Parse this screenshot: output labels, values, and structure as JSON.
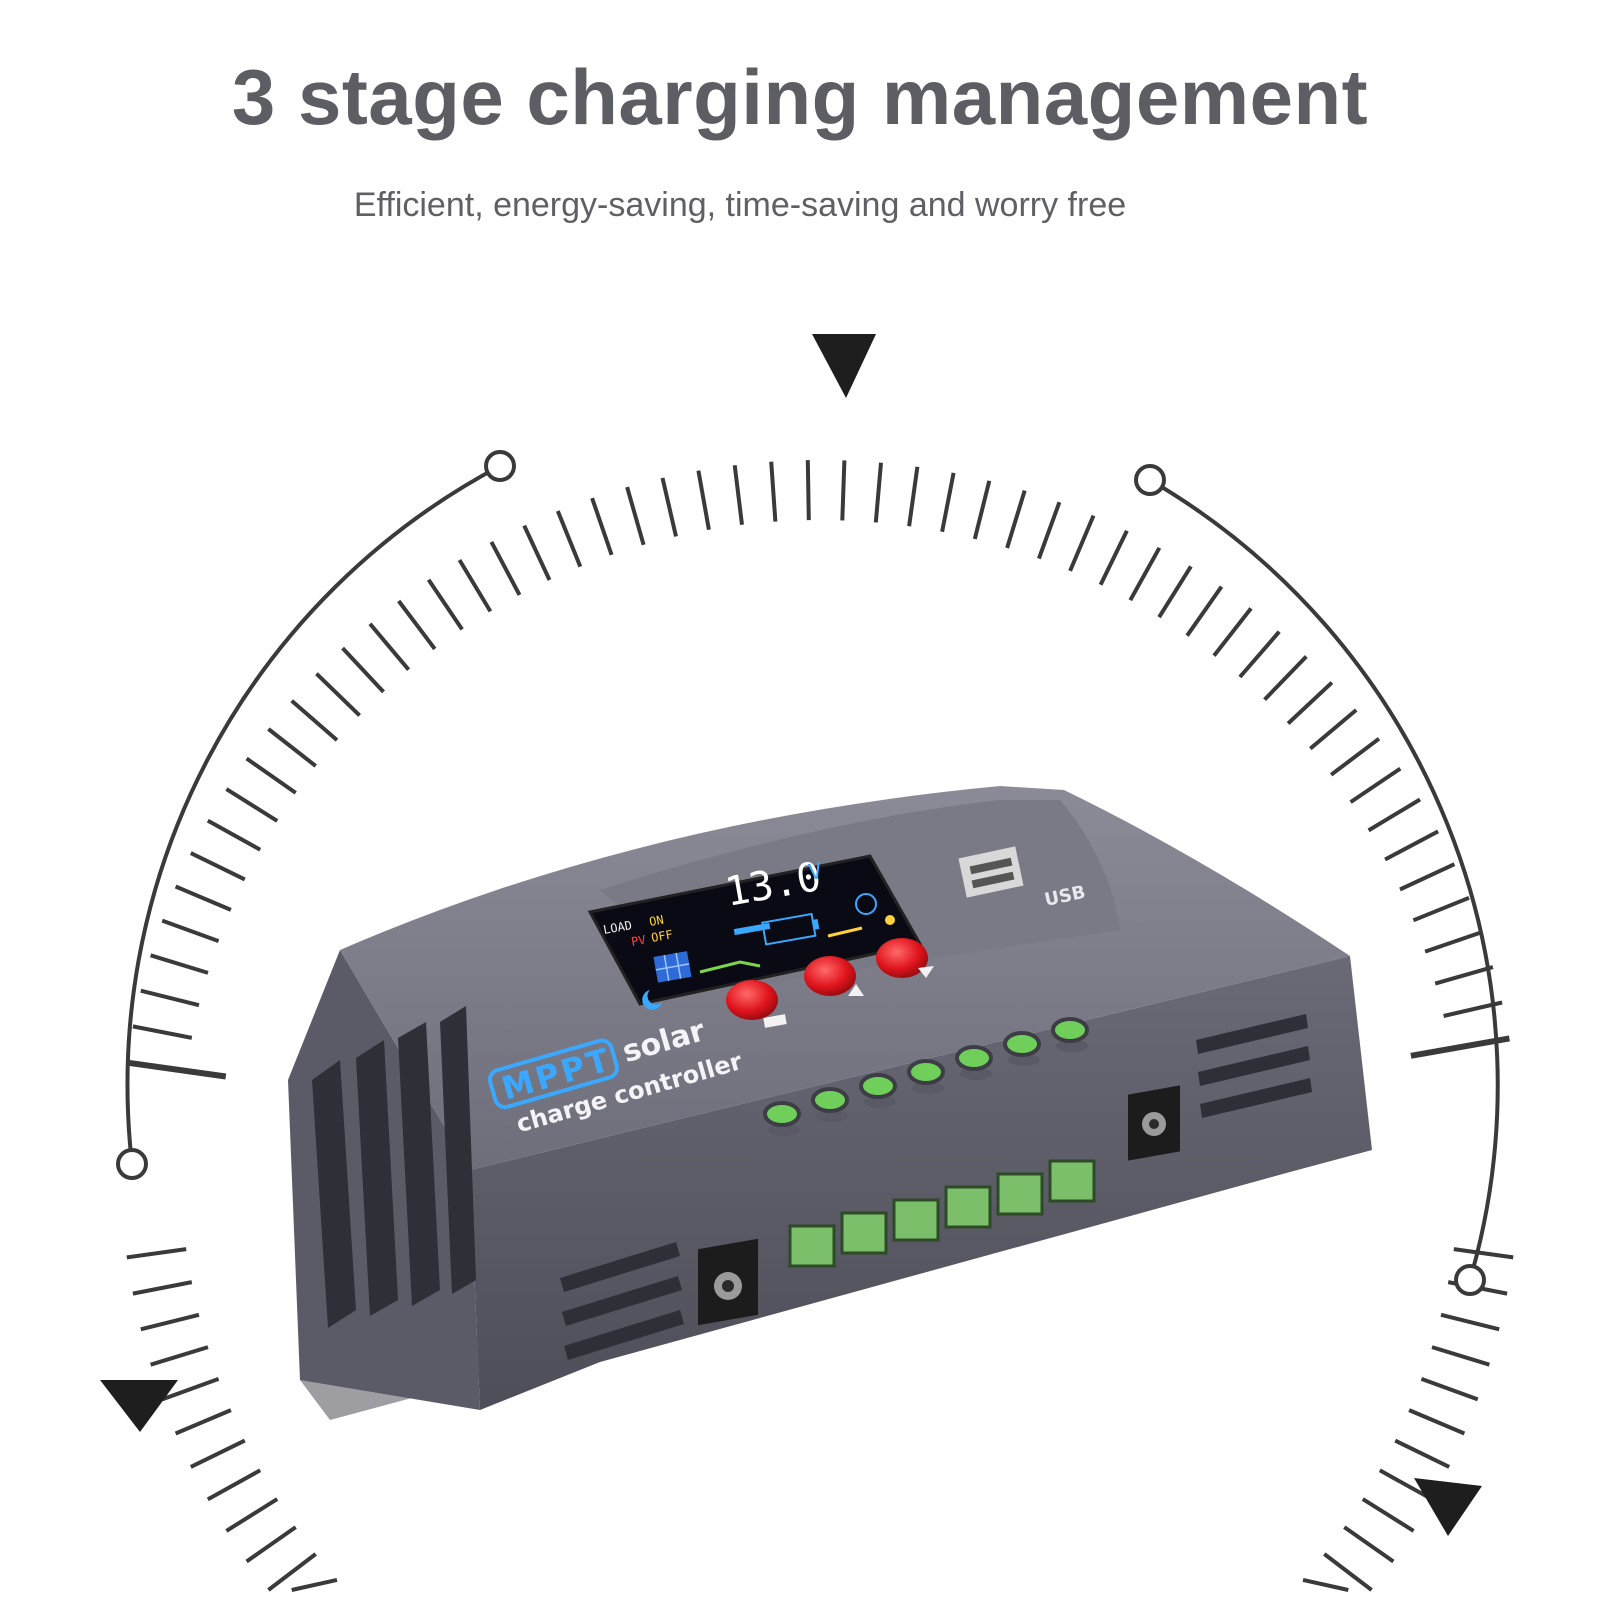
{
  "headline": "3 stage charging management",
  "tagline": "Efficient, energy-saving, time-saving and worry free",
  "product": {
    "badge": "MPPT",
    "line1": "solar",
    "line2": "charge controller",
    "usb_label": "USB",
    "display": {
      "reading": "13.0",
      "unit": "V",
      "load_label": "LOAD",
      "load_state": "ON",
      "pv_label": "PV",
      "pv_state": "OFF"
    }
  },
  "colors": {
    "text": "#5d5e64",
    "casing": "#6b6b78",
    "button": "#e0141c",
    "terminal": "#7bbf6a",
    "badge": "#3aa8ff"
  },
  "icons": [
    "arrow-down-icon",
    "arrow-up-icon",
    "menu-icon",
    "sun-icon",
    "moon-icon",
    "bulb-icon",
    "battery-icon",
    "solar-panel-icon"
  ]
}
